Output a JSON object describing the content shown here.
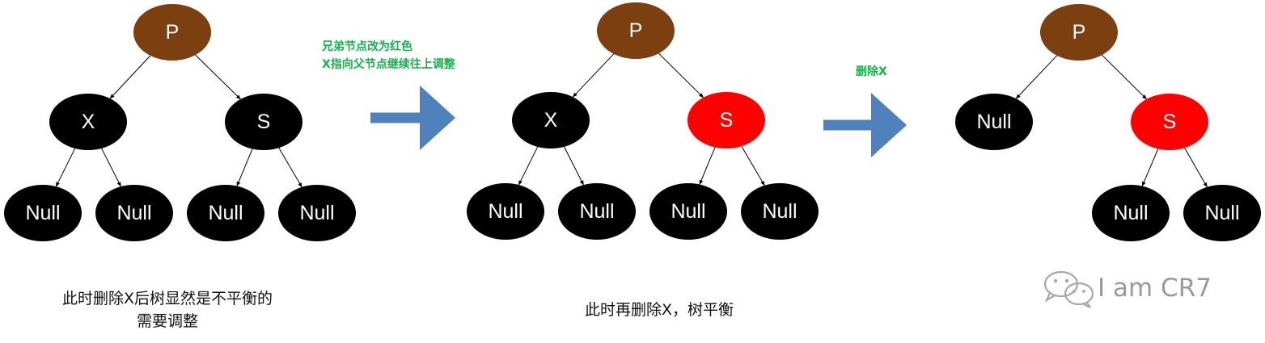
{
  "colors": {
    "brown": "#7b3f10",
    "black": "#000000",
    "red": "#fe0000",
    "arrow": "#4f81bd",
    "step_text": "#13b24a",
    "node_text": "#ffffff"
  },
  "panels": [
    {
      "id": "before",
      "nodes": [
        {
          "id": "p",
          "label": "P",
          "color": "brown"
        },
        {
          "id": "x",
          "label": "X",
          "color": "black"
        },
        {
          "id": "s",
          "label": "S",
          "color": "black"
        },
        {
          "id": "x-left",
          "label": "Null",
          "color": "black"
        },
        {
          "id": "x-right",
          "label": "Null",
          "color": "black"
        },
        {
          "id": "s-left",
          "label": "Null",
          "color": "black"
        },
        {
          "id": "s-right",
          "label": "Null",
          "color": "black"
        }
      ],
      "caption_lines": [
        "此时删除X后树显然是不平衡的",
        "需要调整"
      ]
    },
    {
      "id": "recolored",
      "nodes": [
        {
          "id": "p",
          "label": "P",
          "color": "brown"
        },
        {
          "id": "x",
          "label": "X",
          "color": "black"
        },
        {
          "id": "s",
          "label": "S",
          "color": "red"
        },
        {
          "id": "x-left",
          "label": "Null",
          "color": "black"
        },
        {
          "id": "x-right",
          "label": "Null",
          "color": "black"
        },
        {
          "id": "s-left",
          "label": "Null",
          "color": "black"
        },
        {
          "id": "s-right",
          "label": "Null",
          "color": "black"
        }
      ],
      "caption_lines": [
        "此时再删除X，树平衡"
      ]
    },
    {
      "id": "after",
      "nodes": [
        {
          "id": "p",
          "label": "P",
          "color": "brown"
        },
        {
          "id": "x",
          "label": "Null",
          "color": "black"
        },
        {
          "id": "s",
          "label": "S",
          "color": "red"
        },
        {
          "id": "s-left",
          "label": "Null",
          "color": "black"
        },
        {
          "id": "s-right",
          "label": "Null",
          "color": "black"
        }
      ],
      "caption_lines": []
    }
  ],
  "steps": [
    {
      "id": "step-1",
      "lines": [
        "兄弟节点改为红色",
        "X指向父节点继续往上调整"
      ]
    },
    {
      "id": "step-2",
      "lines": [
        "删除X"
      ]
    }
  ],
  "watermark": {
    "text": "I am CR7",
    "icon": "wechat-icon"
  }
}
